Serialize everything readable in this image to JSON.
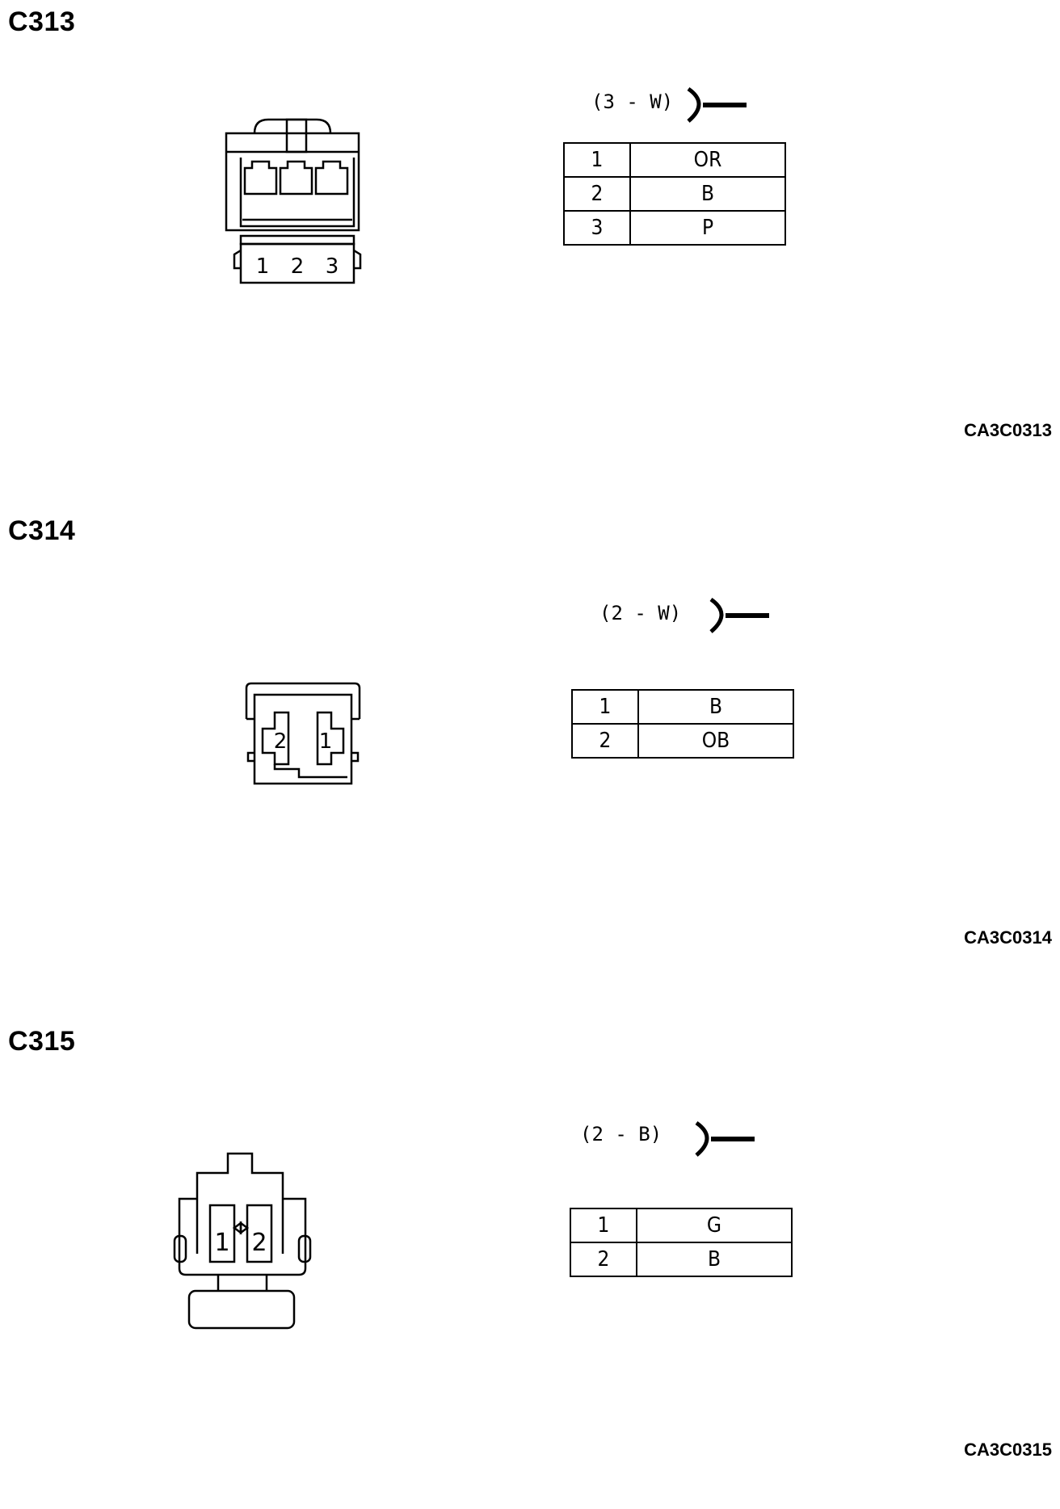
{
  "connectors": [
    {
      "id": "C313",
      "spec": "(3 - W)",
      "ref": "CA3C0313",
      "face_labels": [
        "1",
        "2",
        "3"
      ],
      "pins": [
        {
          "pin": "1",
          "color": "OR"
        },
        {
          "pin": "2",
          "color": "B"
        },
        {
          "pin": "3",
          "color": "P"
        }
      ]
    },
    {
      "id": "C314",
      "spec": "(2 - W)",
      "ref": "CA3C0314",
      "face_labels": [
        "2",
        "1"
      ],
      "pins": [
        {
          "pin": "1",
          "color": "B"
        },
        {
          "pin": "2",
          "color": "OB"
        }
      ]
    },
    {
      "id": "C315",
      "spec": "(2 - B)",
      "ref": "CA3C0315",
      "face_labels": [
        "1",
        "2"
      ],
      "pins": [
        {
          "pin": "1",
          "color": "G"
        },
        {
          "pin": "2",
          "color": "B"
        }
      ]
    }
  ]
}
